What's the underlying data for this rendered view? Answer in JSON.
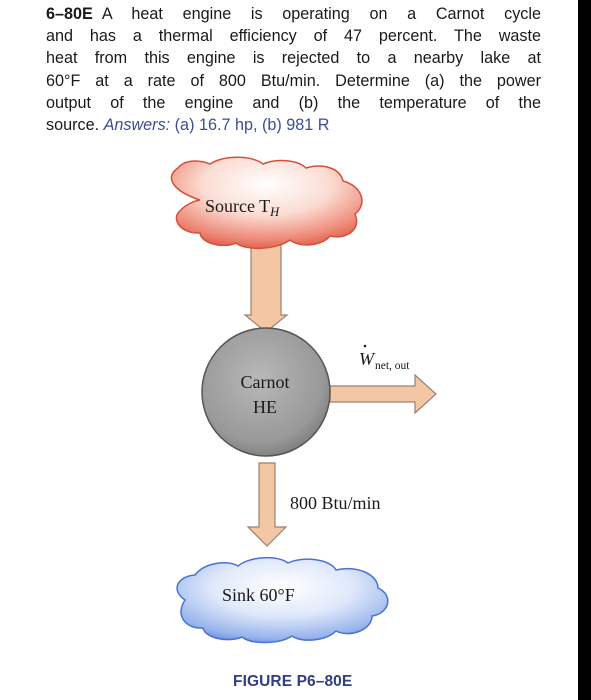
{
  "problem": {
    "number": "6–80E",
    "lines": [
      "A heat engine is operating on a Carnot cycle",
      "and has a thermal efficiency of 47 percent. The waste",
      "heat from this engine is rejected to a nearby lake at",
      "60°F at a rate of 800 Btu/min. Determine (a) the power",
      "output of the engine and (b) the temperature of the",
      "source."
    ],
    "answers": {
      "label": "Answers:",
      "a_tag": "(a)",
      "a_value": "16.7 hp,",
      "b_tag": "(b)",
      "b_value": "981 R"
    }
  },
  "figure": {
    "source_label": "Source T",
    "source_subscript": "H",
    "engine_label_line1": "Carnot",
    "engine_label_line2": "HE",
    "work_symbol": "W",
    "work_subscript": "net, out",
    "heat_rate_label": "800 Btu/min",
    "sink_label": "Sink 60°F",
    "caption": "FIGURE P6–80E"
  },
  "colors": {
    "source_cloud": "#e87060",
    "sink_cloud": "#7d9fe0",
    "engine_circle": "#8a8a8a",
    "arrow_fill": "#f4c7a4",
    "arrow_stroke": "#9a8070",
    "caption_text": "#2f3f7f",
    "answers_text": "#3b4f94"
  }
}
